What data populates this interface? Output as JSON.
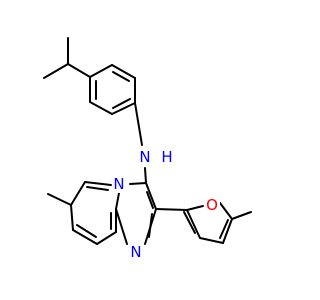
{
  "structure": {
    "atom_labels": {
      "amine_nitrogen": "N",
      "amine_hydrogen": "H",
      "bridgehead_nitrogen": "N",
      "imidazole_nitrogen": "N",
      "furan_oxygen": "O"
    },
    "colors": {
      "bond": "#000000",
      "nitrogen": "#0000ff",
      "oxygen": "#ff0000",
      "background": "#ffffff"
    }
  }
}
